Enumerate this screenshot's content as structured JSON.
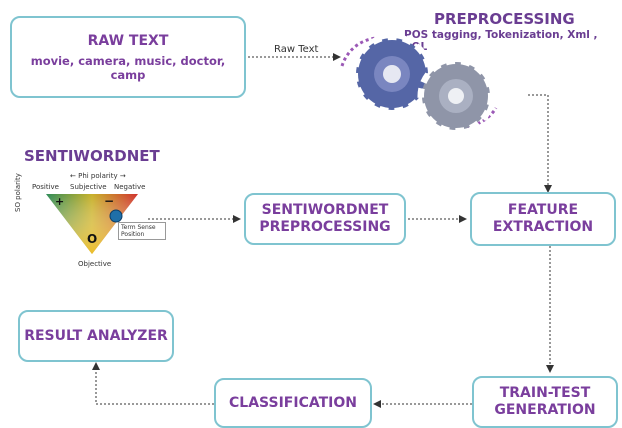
{
  "raw_text": {
    "title": "RAW TEXT",
    "subtitle": "movie, camera, music, doctor, camp",
    "edge_label": "Raw Text"
  },
  "preprocessing": {
    "title": "PREPROCESSING",
    "subtitle": "POS tagging, Tokenization, Xml , SQL"
  },
  "sentiwordnet": {
    "title": "SENTIWORDNET",
    "phi_polarity": "Phi polarity",
    "positive": "Positive",
    "subjective": "Subjective",
    "negative": "Negative",
    "so_polarity": "SO polarity",
    "plus": "+",
    "minus": "−",
    "o": "O",
    "objective": "Objective",
    "term_sense_position": "Term Sense Position"
  },
  "sentiwordnet_preprocessing": {
    "line1": "SENTIWORDNET",
    "line2": "PREPROCESSING"
  },
  "feature_extraction": {
    "line1": "FEATURE",
    "line2": "EXTRACTION"
  },
  "result_analyzer": {
    "label": "RESULT ANALYZER"
  },
  "classification": {
    "label": "CLASSIFICATION"
  },
  "train_test": {
    "line1": "TRAIN-TEST",
    "line2": "GENERATION"
  },
  "colors": {
    "box_border": "#7fc4d0",
    "text": "#7a3e9d",
    "gear_blue": "#5566a6",
    "gear_gray": "#8f95a8"
  }
}
